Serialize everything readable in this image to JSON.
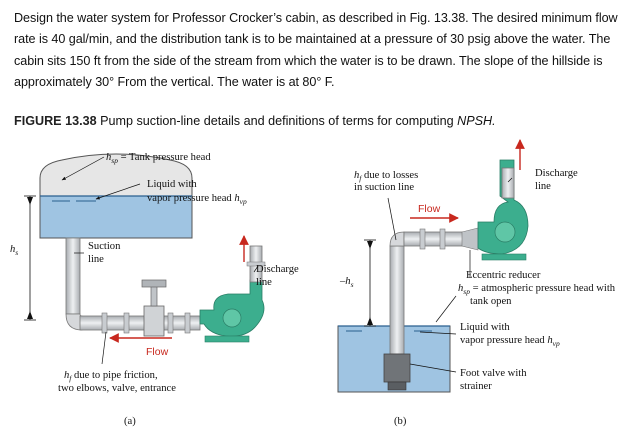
{
  "problem": {
    "text": "Design the water system for Professor Crocker’s cabin, as described in Fig. 13.38. The desired minimum flow rate is 40 gal/min, and the distribution tank is to be maintained at a pressure of 30 psig above the water. The cabin sits 150 ft from the side of the stream from which the water is to be drawn. The slope of the hillside is approximately 30° From the vertical. The water is at 80° F."
  },
  "caption": {
    "label": "FIGURE 13.38",
    "text": "Pump suction-line details and definitions of terms for computing",
    "term": "NPSH."
  },
  "figure_a": {
    "hsp_eq": "= Tank pressure head",
    "liquid_1": "Liquid with",
    "liquid_2": "vapor pressure head",
    "suction_1": "Suction",
    "suction_2": "line",
    "discharge_1": "Discharge",
    "discharge_2": "line",
    "flow": "Flow",
    "hf_1": "due to pipe friction,",
    "hf_2": "two elbows, valve, entrance",
    "tag": "(a)"
  },
  "figure_b": {
    "hf_1": "due to losses",
    "hf_2": "in suction line",
    "discharge_1": "Discharge",
    "discharge_2": "line",
    "flow": "Flow",
    "reducer": "Eccentric reducer",
    "hsp_1": "= atmospheric pressure head with",
    "hsp_2": "tank open",
    "liquid_1": "Liquid with",
    "liquid_2": "vapor pressure head",
    "foot_1": "Foot valve with",
    "foot_2": "strainer",
    "tag": "(b)"
  },
  "colors": {
    "water": "#9fc4e2",
    "pump": "#3cae8e",
    "pipe": "#c9ccd0",
    "accent": "#c8281e"
  }
}
